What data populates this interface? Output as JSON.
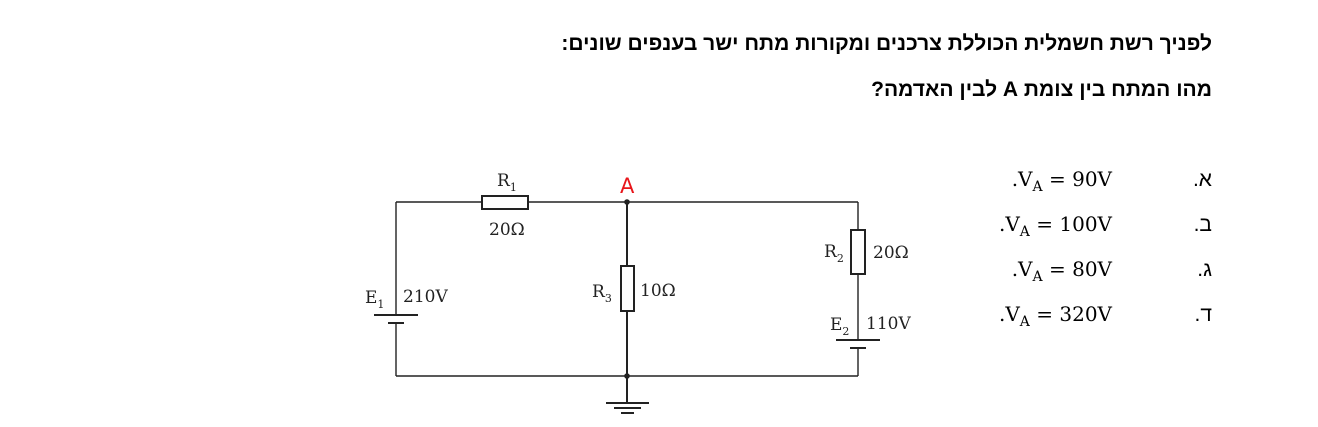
{
  "question": {
    "line1": "לפניך רשת חשמלית הכוללת צרכנים ומקורות מתח ישר בענפים שונים:",
    "line2": "מהו המתח בין צומת  A לבין האדמה?"
  },
  "options": [
    {
      "letter": "א.",
      "symbol": "V",
      "subscript": "A",
      "value": " = 90V",
      "suffix": "."
    },
    {
      "letter": "ב.",
      "symbol": "V",
      "subscript": "A",
      "value": " = 100V",
      "suffix": "."
    },
    {
      "letter": "ג.",
      "symbol": "V",
      "subscript": "A",
      "value": " = 80V",
      "suffix": "."
    },
    {
      "letter": "ד.",
      "symbol": "V",
      "subscript": "A",
      "value": " = 320V",
      "suffix": "."
    }
  ],
  "circuit": {
    "node_label": "A",
    "node_label_color": "#e8161b",
    "wire_color": "#222222",
    "r1": {
      "name": "R",
      "sub": "1",
      "value": "20Ω"
    },
    "r2": {
      "name": "R",
      "sub": "2",
      "value": "20Ω"
    },
    "r3": {
      "name": "R",
      "sub": "3",
      "value": "10Ω"
    },
    "e1": {
      "name": "E",
      "sub": "1",
      "value": "210V"
    },
    "e2": {
      "name": "E",
      "sub": "2",
      "value": "110V"
    }
  }
}
